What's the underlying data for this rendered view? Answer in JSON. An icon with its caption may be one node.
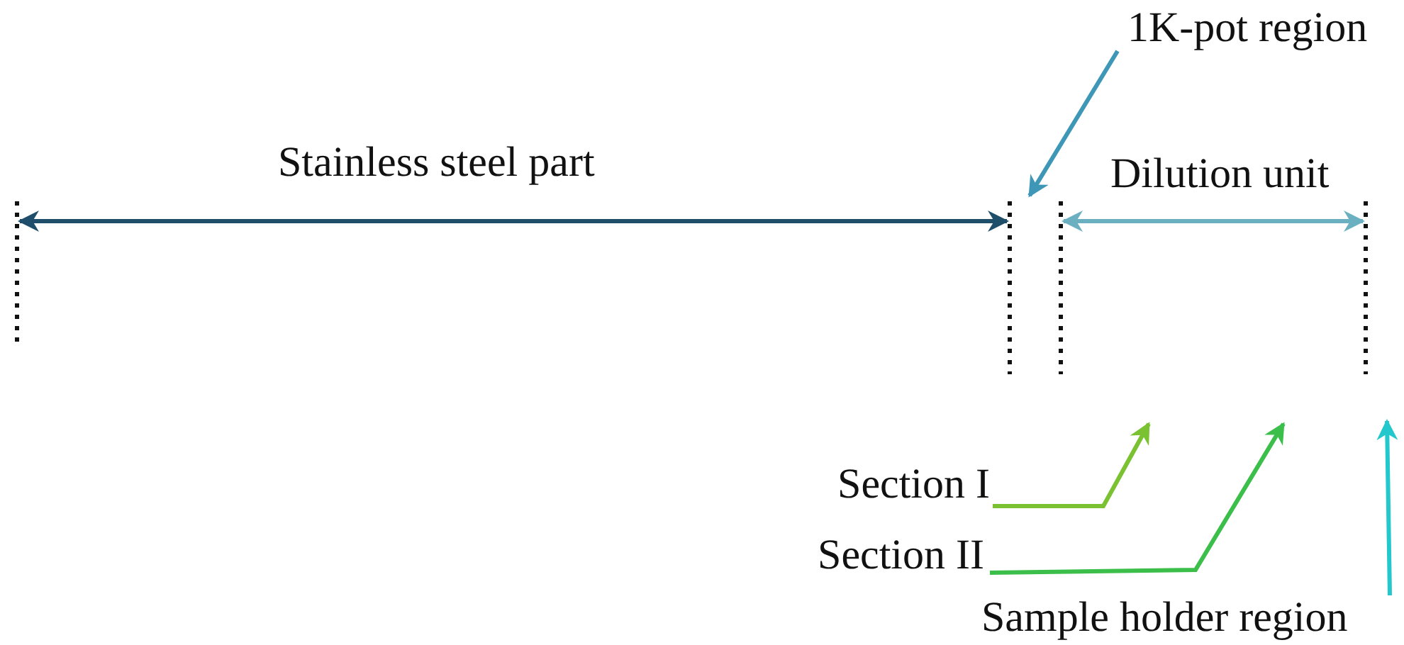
{
  "diagram": {
    "nodes": [
      {
        "text": [
          "1K-pot region"
        ]
      },
      {
        "text": [
          "Section I"
        ]
      },
      {
        "text": [
          "Section II"
        ]
      },
      {
        "text": [
          "Sample holder region"
        ]
      }
    ],
    "edges": [
      {
        "from": 0,
        "to": null,
        "arrow": "to",
        "color": "#3f97b8"
      },
      {
        "from": 1,
        "to": null,
        "arrow": "to",
        "color": "#7ac231"
      },
      {
        "from": 2,
        "to": null,
        "arrow": "to",
        "color": "#3cbf4a"
      },
      {
        "from": 3,
        "to": null,
        "arrow": "to",
        "color": "#22c8cc"
      }
    ],
    "labels": [
      "Stainless steel part",
      "Dilution unit"
    ]
  }
}
